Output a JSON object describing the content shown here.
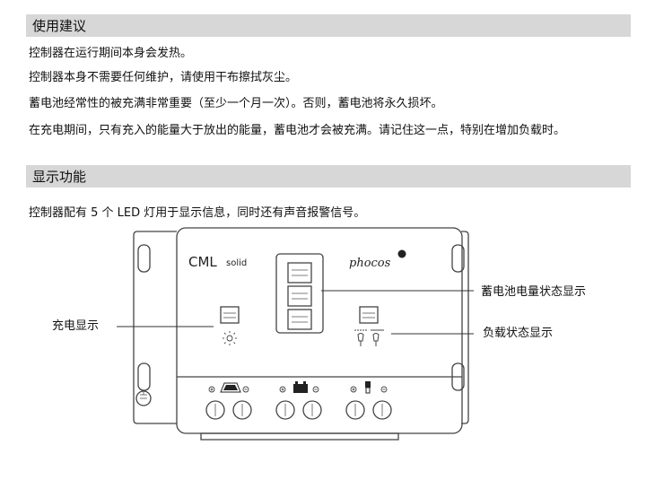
{
  "section_usage": {
    "heading": "使用建议",
    "paragraphs": [
      "控制器在运行期间本身会发热。",
      "控制器本身不需要任何维护，请使用干布擦拭灰尘。",
      "蓄电池经常性的被充满非常重要（至少一个月一次）。否则，蓄电池将永久损坏。",
      "在充电期间，只有充入的能量大于放出的能量，蓄电池才会被充满。请记住这一点，特别在增加负载时。"
    ]
  },
  "section_display": {
    "heading": "显示功能",
    "intro": "控制器配有 5 个 LED 灯用于显示信息，同时还有声音报警信号。"
  },
  "device": {
    "model_label": "CML",
    "model_sub": "solid",
    "brand": "phocos",
    "symbols": {
      "charge": "sun-icon",
      "battery": "battery-icon",
      "load": "lamp-icon",
      "ground": "ground-icon"
    }
  },
  "callouts": {
    "battery_status": "蓄电池电量状态显示",
    "charge_display": "充电显示",
    "load_status": "负载状态显示"
  },
  "colors": {
    "section_bar": "#d7d7d7",
    "line_art": "#444444"
  }
}
